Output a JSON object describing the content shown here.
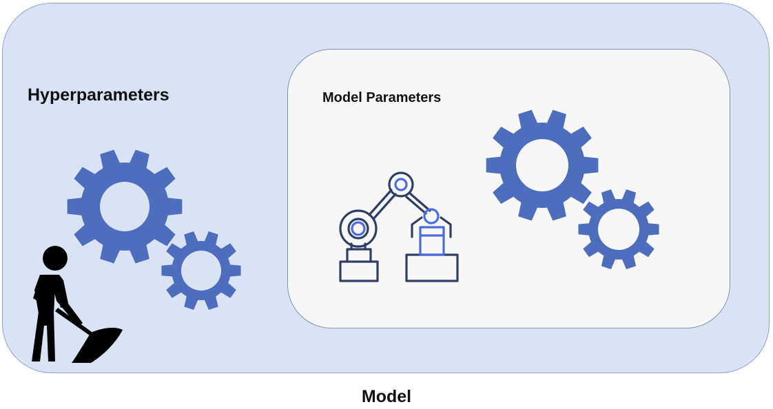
{
  "labels": {
    "hyperparameters": "Hyperparameters",
    "model_parameters": "Model Parameters",
    "model": "Model"
  },
  "icons": {
    "gear": "gear-icon",
    "worker": "worker-with-shovel-icon",
    "robot_arm": "robotic-arm-icon"
  },
  "colors": {
    "outer_fill": "#dae3f3",
    "inner_fill": "#f7f7f8",
    "gear_blue": "#4d6dbd",
    "robot_stroke": "#2f3e62",
    "robot_accent": "#4a6ce0",
    "worker": "#000000"
  }
}
